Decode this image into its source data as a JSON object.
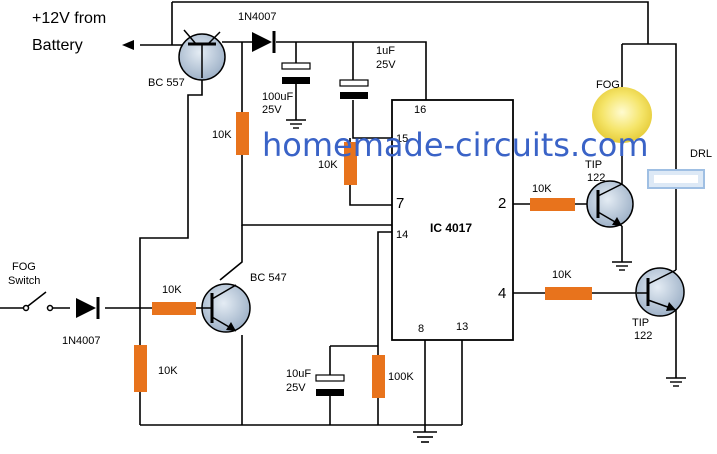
{
  "diagram": {
    "watermark": "homemade-circuits.com",
    "supply_label_line1": "+12V from",
    "supply_label_line2": "Battery",
    "fog_switch_line1": "FOG",
    "fog_switch_line2": "Switch",
    "ic": {
      "name": "IC 4017",
      "pins": {
        "p16": "16",
        "p15": "15",
        "p7": "7",
        "p14": "14",
        "p2": "2",
        "p4": "4",
        "p8": "8",
        "p13": "13"
      }
    },
    "transistors": {
      "q_pnp": "BC 557",
      "q_npn": "BC 547",
      "tip1_line1": "TIP",
      "tip1_line2": "122",
      "tip2_line1": "TIP",
      "tip2_line2": "122"
    },
    "diodes": {
      "top": "1N4007",
      "switch": "1N4007"
    },
    "capacitors": {
      "c100_line1": "100uF",
      "c100_line2": "25V",
      "c1_line1": "1uF",
      "c1_line2": "25V",
      "c10_line1": "10uF",
      "c10_line2": "25V"
    },
    "resistors": {
      "r_bias": "10K",
      "r_pin15": "10K",
      "r_base547": "10K",
      "r_bottom": "10K",
      "r_100k": "100K",
      "r_pin2": "10K",
      "r_pin4": "10K"
    },
    "lamps": {
      "fog": "FOG",
      "drl": "DRL"
    },
    "colors": {
      "resistor": "#e8731c",
      "fog_lamp": "#f2e15a",
      "drl_lamp": "#a9c9ec",
      "watermark": "#3a63c7",
      "transistor_fill": "#b8c8da"
    }
  }
}
